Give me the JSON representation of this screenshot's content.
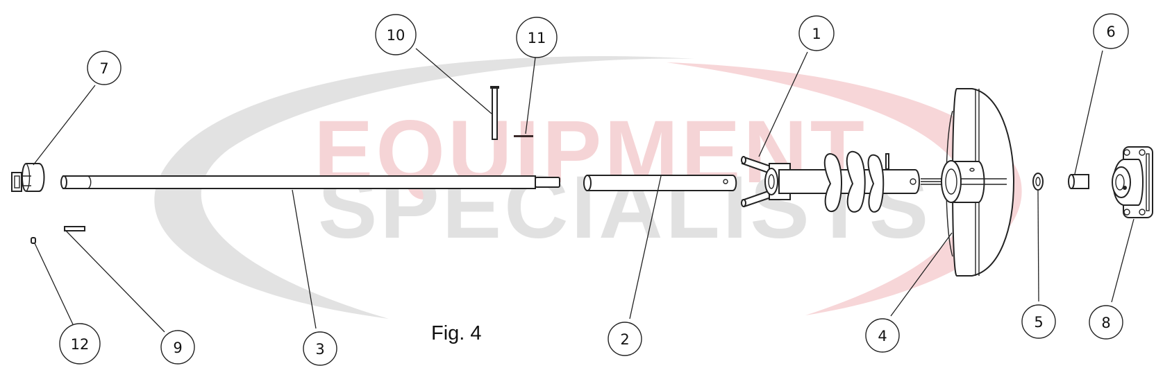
{
  "figure": {
    "label": "Fig. 4",
    "type": "exploded parts diagram"
  },
  "watermark": {
    "line1": "EQUIPMENT",
    "line2": "SPECIALISTS",
    "line1_color": "#f5d4d6",
    "line2_color": "#e1e1e1",
    "swoosh_grey": "#e2e2e2",
    "swoosh_red": "#f7d6d8"
  },
  "callouts": [
    {
      "number": "1",
      "part": "auger-flighting-with-wing-arms"
    },
    {
      "number": "2",
      "part": "drive-tube"
    },
    {
      "number": "3",
      "part": "main-shaft"
    },
    {
      "number": "4",
      "part": "spinner-disc"
    },
    {
      "number": "5",
      "part": "washer"
    },
    {
      "number": "6",
      "part": "spacer-bushing"
    },
    {
      "number": "7",
      "part": "shaft-coupler"
    },
    {
      "number": "8",
      "part": "flange-bearing"
    },
    {
      "number": "9",
      "part": "key"
    },
    {
      "number": "10",
      "part": "clevis-pin"
    },
    {
      "number": "11",
      "part": "cotter-pin"
    },
    {
      "number": "12",
      "part": "set-screw"
    }
  ],
  "colors": {
    "line": "#222222",
    "background": "#ffffff"
  }
}
